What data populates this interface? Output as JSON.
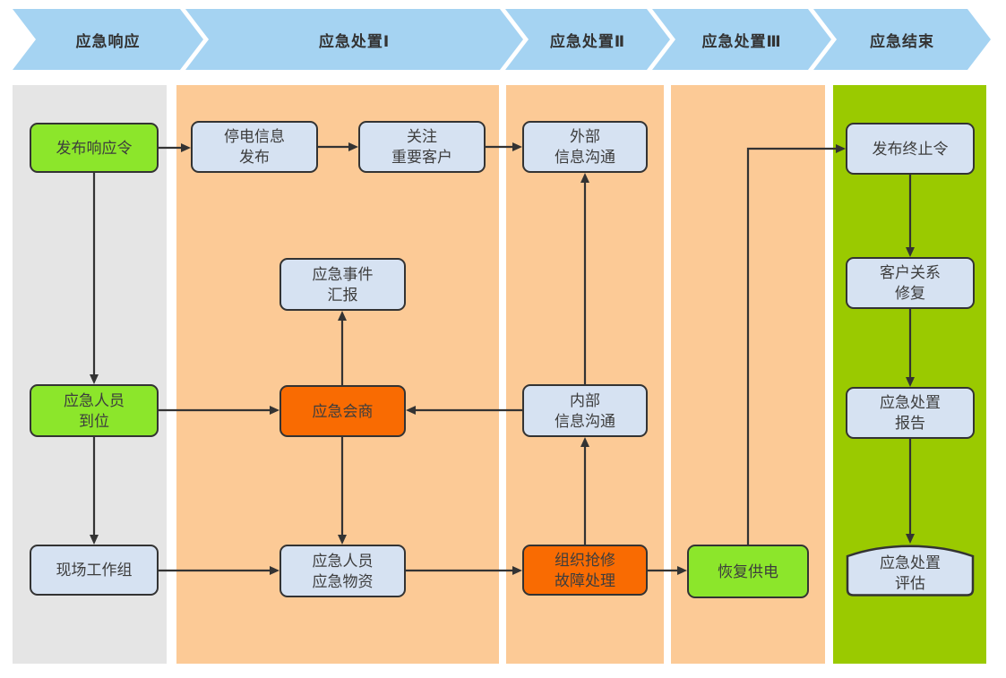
{
  "stages": [
    {
      "label": "应急响应"
    },
    {
      "label": "应急处置Ⅰ"
    },
    {
      "label": "应急处置Ⅱ"
    },
    {
      "label": "应急处置Ⅲ"
    },
    {
      "label": "应急结束"
    }
  ],
  "nodes": {
    "publish_response_order": {
      "label": "发布响应令",
      "type": "green"
    },
    "personnel_in_place": {
      "label": "应急人员\n到位",
      "type": "green"
    },
    "field_work_team": {
      "label": "现场工作组",
      "type": "blue"
    },
    "outage_info_release": {
      "label": "停电信息\n发布",
      "type": "blue"
    },
    "key_customer_attention": {
      "label": "关注\n重要客户",
      "type": "blue"
    },
    "emergency_event_report": {
      "label": "应急事件\n汇报",
      "type": "blue"
    },
    "emergency_consultation": {
      "label": "应急会商",
      "type": "orange"
    },
    "personnel_and_materials": {
      "label": "应急人员\n应急物资",
      "type": "blue"
    },
    "external_info_comm": {
      "label": "外部\n信息沟通",
      "type": "blue"
    },
    "internal_info_comm": {
      "label": "内部\n信息沟通",
      "type": "blue"
    },
    "repair_fault_handling": {
      "label": "组织抢修\n故障处理",
      "type": "orange"
    },
    "restore_power": {
      "label": "恢复供电",
      "type": "green"
    },
    "publish_termination_order": {
      "label": "发布终止令",
      "type": "blue"
    },
    "customer_relationship_repair": {
      "label": "客户关系\n修复",
      "type": "blue"
    },
    "emergency_disposal_report": {
      "label": "应急处置\n报告",
      "type": "blue"
    },
    "emergency_disposal_evaluation": {
      "label": "应急处置\n评估",
      "type": "blue-arc-top"
    }
  },
  "edges": [
    {
      "from": "publish_response_order",
      "to": "outage_info_release"
    },
    {
      "from": "publish_response_order",
      "to": "personnel_in_place"
    },
    {
      "from": "personnel_in_place",
      "to": "field_work_team"
    },
    {
      "from": "personnel_in_place",
      "to": "emergency_consultation"
    },
    {
      "from": "outage_info_release",
      "to": "key_customer_attention"
    },
    {
      "from": "key_customer_attention",
      "to": "external_info_comm"
    },
    {
      "from": "emergency_consultation",
      "to": "emergency_event_report"
    },
    {
      "from": "emergency_consultation",
      "to": "personnel_and_materials"
    },
    {
      "from": "internal_info_comm",
      "to": "emergency_consultation"
    },
    {
      "from": "internal_info_comm",
      "to": "external_info_comm"
    },
    {
      "from": "repair_fault_handling",
      "to": "internal_info_comm"
    },
    {
      "from": "field_work_team",
      "to": "personnel_and_materials"
    },
    {
      "from": "personnel_and_materials",
      "to": "repair_fault_handling"
    },
    {
      "from": "repair_fault_handling",
      "to": "restore_power"
    },
    {
      "from": "restore_power",
      "to": "publish_termination_order"
    },
    {
      "from": "publish_termination_order",
      "to": "customer_relationship_repair"
    },
    {
      "from": "customer_relationship_repair",
      "to": "emergency_disposal_report"
    },
    {
      "from": "emergency_disposal_report",
      "to": "emergency_disposal_evaluation"
    }
  ],
  "colors": {
    "banner_fill": "#a5d3f2",
    "lane_gray": "#e5e5e5",
    "lane_orange": "#fcca96",
    "lane_green": "#9aca00",
    "node_blue": "#d6e2f2",
    "node_green": "#8ce62b",
    "node_orange": "#f96b02",
    "node_border": "#333333",
    "arrow": "#333333",
    "text": "#3d3d3d",
    "background": "#ffffff"
  }
}
